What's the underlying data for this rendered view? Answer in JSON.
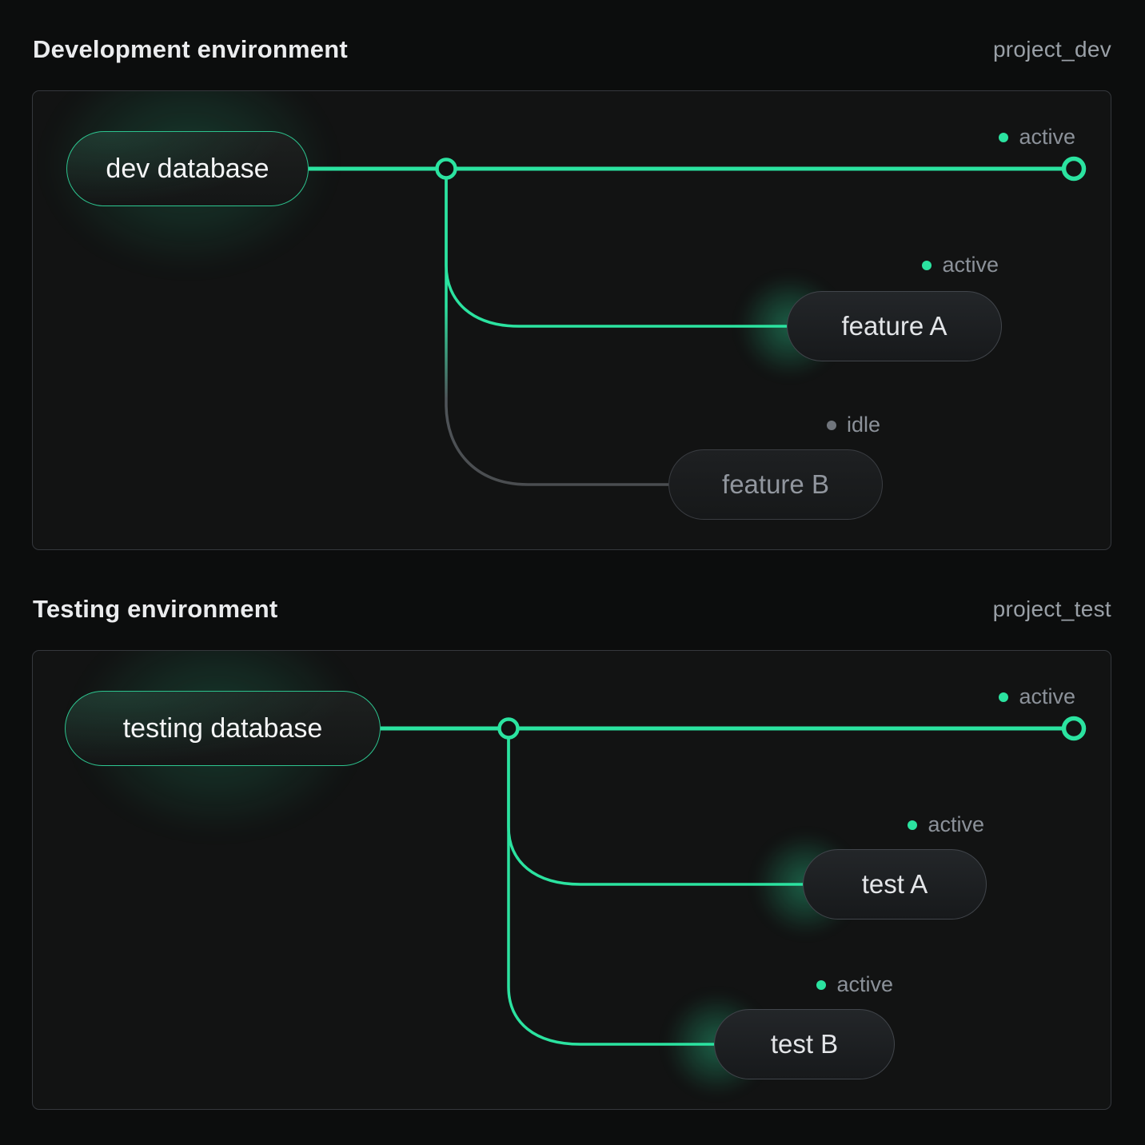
{
  "colors": {
    "accent_green": "#2be3a0",
    "idle_line": "#4a4a4a",
    "idle_dot": "#70757c",
    "status_text": "#8b9199",
    "panel_border": "#35383d",
    "panel_bg": "#121313",
    "page_bg": "#0c0d0d"
  },
  "sections": [
    {
      "title": "Development environment",
      "project": "project_dev",
      "trunk": {
        "status": "active"
      },
      "root": {
        "label": "dev database"
      },
      "branches": [
        {
          "label": "feature A",
          "status": "active"
        },
        {
          "label": "feature B",
          "status": "idle"
        }
      ]
    },
    {
      "title": "Testing environment",
      "project": "project_test",
      "trunk": {
        "status": "active"
      },
      "root": {
        "label": "testing database"
      },
      "branches": [
        {
          "label": "test A",
          "status": "active"
        },
        {
          "label": "test B",
          "status": "active"
        }
      ]
    }
  ]
}
